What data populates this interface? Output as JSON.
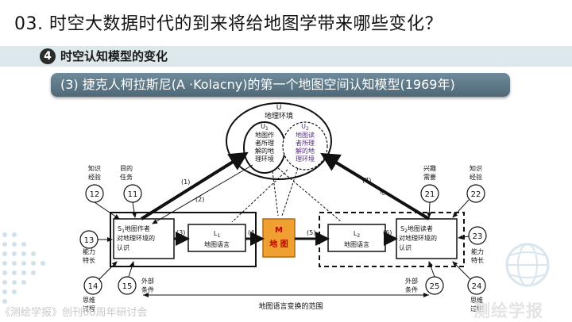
{
  "slide": {
    "title": "03. 时空大数据时代的到来将给地图学带来哪些变化？",
    "section_number": "4",
    "section_title": "时空认知模型的变化",
    "subtitle": "(3) 捷克人柯拉斯尼(A ·Kolacny)的第一个地图空间认知模型(1969年)"
  },
  "diagram": {
    "u_label": "U",
    "env_label": "地理环境",
    "u1": {
      "label": "U",
      "sub": "1",
      "lines": [
        "地图作",
        "者所理",
        "解的地",
        "理环境"
      ]
    },
    "u2": {
      "label": "U",
      "sub": "2",
      "lines": [
        "地图读",
        "者所理",
        "解的地",
        "理环境"
      ]
    },
    "s1": {
      "label": "S",
      "sub": "1",
      "head": "地图作者",
      "lines": [
        "对地理环境的",
        "认识"
      ]
    },
    "s2": {
      "label": "S",
      "sub": "2",
      "head": "地图读者",
      "lines": [
        "对地理环境的",
        "认识"
      ]
    },
    "l1": {
      "label": "L",
      "sub": "1",
      "text": "地图语言"
    },
    "l2": {
      "label": "L",
      "sub": "2",
      "text": "地图语言"
    },
    "m": {
      "label": "M",
      "text": "地 图"
    },
    "arrow_labels": {
      "a1": "(1)",
      "a2": "(2)",
      "a3": "(3)",
      "a4": "(4)",
      "a5": "(5)",
      "a6": "(6)",
      "a7": "(7)",
      "ic": "I",
      "ic_sub": "C"
    },
    "circles": [
      {
        "num": "12",
        "label1": "知识",
        "label2": "经验"
      },
      {
        "num": "11",
        "label1": "目的",
        "label2": "任务"
      },
      {
        "num": "13",
        "label1": "能力",
        "label2": "特长"
      },
      {
        "num": "14",
        "label1": "思维",
        "label2": "过程"
      },
      {
        "num": "15",
        "label1": "外部",
        "label2": "条件"
      },
      {
        "num": "21",
        "label1": "兴趣",
        "label2": "需要"
      },
      {
        "num": "22",
        "label1": "知识",
        "label2": "经验"
      },
      {
        "num": "23",
        "label1": "能力",
        "label2": "特长"
      },
      {
        "num": "24",
        "label1": "思维",
        "label2": "过程"
      },
      {
        "num": "25",
        "label1": "外部",
        "label2": "条件"
      }
    ],
    "range_label": "地图语言变换的范围"
  },
  "footer": {
    "source": "《测绘学报》创刊60周年研讨会",
    "watermark": "测绘学报"
  },
  "colors": {
    "banner": "#5c7686",
    "band": "#dde8ed",
    "m_box": "#f0a030",
    "m_text": "#c00000"
  }
}
